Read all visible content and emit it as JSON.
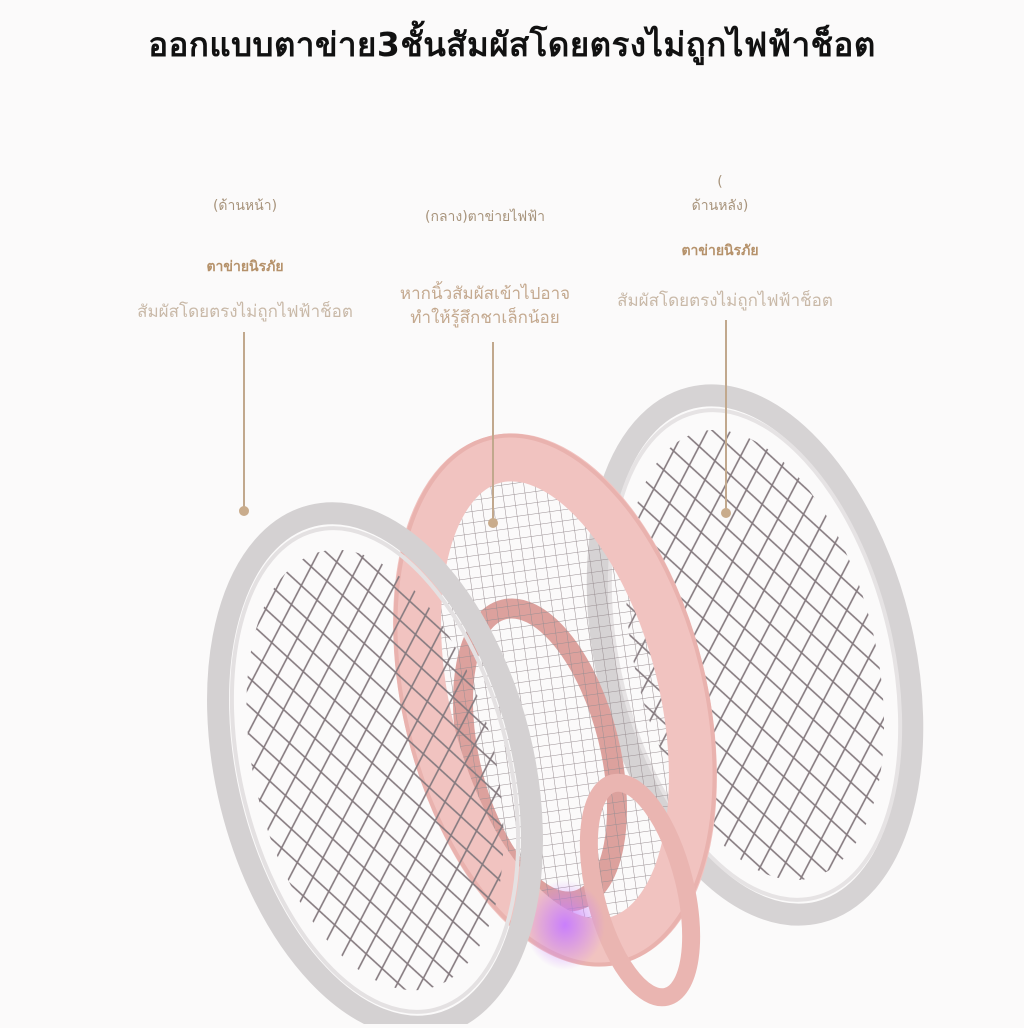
{
  "headline": "ออกแบบตาข่าย3ชั้นสัมผัสโดยตรงไม่ถูกไฟฟ้าช็อต",
  "front": {
    "position": "(ด้านหน้า)",
    "tag": "ตาข่ายนิรภัย",
    "desc": "สัมผัสโดยตรงไม่ถูกไฟฟ้าช็อต"
  },
  "middle": {
    "position": "(กลาง)ตาข่ายไฟฟ้า",
    "desc_line1": "หากนิ้วสัมผัสเข้าไปอาจ",
    "desc_line2": "ทำให้รู้สึกชาเล็กน้อย"
  },
  "back": {
    "position_line1": "(",
    "position_line2": "ด้านหลัง)",
    "tag": "ตาข่ายนิรภัย",
    "desc": "สัมผัสโดยตรงไม่ถูกไฟฟ้าช็อต"
  },
  "colors": {
    "frame_grey": "#d4d1d2",
    "frame_pink": "#f3c7c4",
    "pink_shadow": "#e3a7a3",
    "mesh": "#8a7f85",
    "uv_glow": "#b45cf2"
  }
}
